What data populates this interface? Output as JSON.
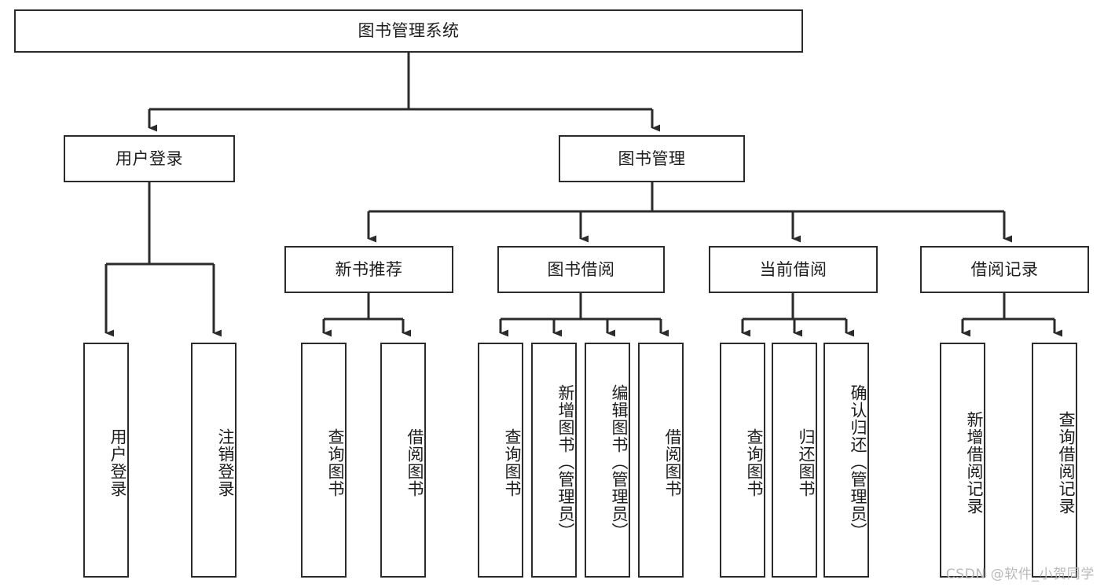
{
  "diagram": {
    "kind": "functional-structure-tree",
    "title": "图书管理系统",
    "watermark": "CSDN @软件_小贺同学",
    "colors": {
      "box_border": "#2b2b2b",
      "box_fill": "#ffffff",
      "edge": "#2b2b2b",
      "text": "#1d1d1d",
      "watermark": "#b9b9b9",
      "background": "#ffffff"
    },
    "root": {
      "label": "图书管理系统"
    },
    "level2": [
      {
        "id": "user-login",
        "label": "用户登录"
      },
      {
        "id": "book-manage",
        "label": "图书管理"
      }
    ],
    "level3": [
      {
        "id": "new-book-rec",
        "label": "新书推荐"
      },
      {
        "id": "book-borrow",
        "label": "图书借阅"
      },
      {
        "id": "current-borrow",
        "label": "当前借阅"
      },
      {
        "id": "borrow-record",
        "label": "借阅记录"
      }
    ],
    "leaves": {
      "user-login": [
        {
          "id": "leaf-user-login",
          "label": "用户登录"
        },
        {
          "id": "leaf-user-logout",
          "label": "注销登录"
        }
      ],
      "new-book-rec": [
        {
          "id": "leaf-query-book-1",
          "label": "查询图书"
        },
        {
          "id": "leaf-borrow-book-1",
          "label": "借阅图书"
        }
      ],
      "book-borrow": [
        {
          "id": "leaf-query-book-2",
          "label": "查询图书"
        },
        {
          "id": "leaf-add-book",
          "label": "新增图书（管理员）"
        },
        {
          "id": "leaf-edit-book",
          "label": "编辑图书（管理员）"
        },
        {
          "id": "leaf-borrow-book-2",
          "label": "借阅图书"
        }
      ],
      "current-borrow": [
        {
          "id": "leaf-query-book-3",
          "label": "查询图书"
        },
        {
          "id": "leaf-return-book",
          "label": "归还图书"
        },
        {
          "id": "leaf-confirm-return",
          "label": "确认归还（管理员）"
        }
      ],
      "borrow-record": [
        {
          "id": "leaf-add-record",
          "label": "新增借阅记录"
        },
        {
          "id": "leaf-query-record",
          "label": "查询借阅记录"
        }
      ]
    }
  }
}
